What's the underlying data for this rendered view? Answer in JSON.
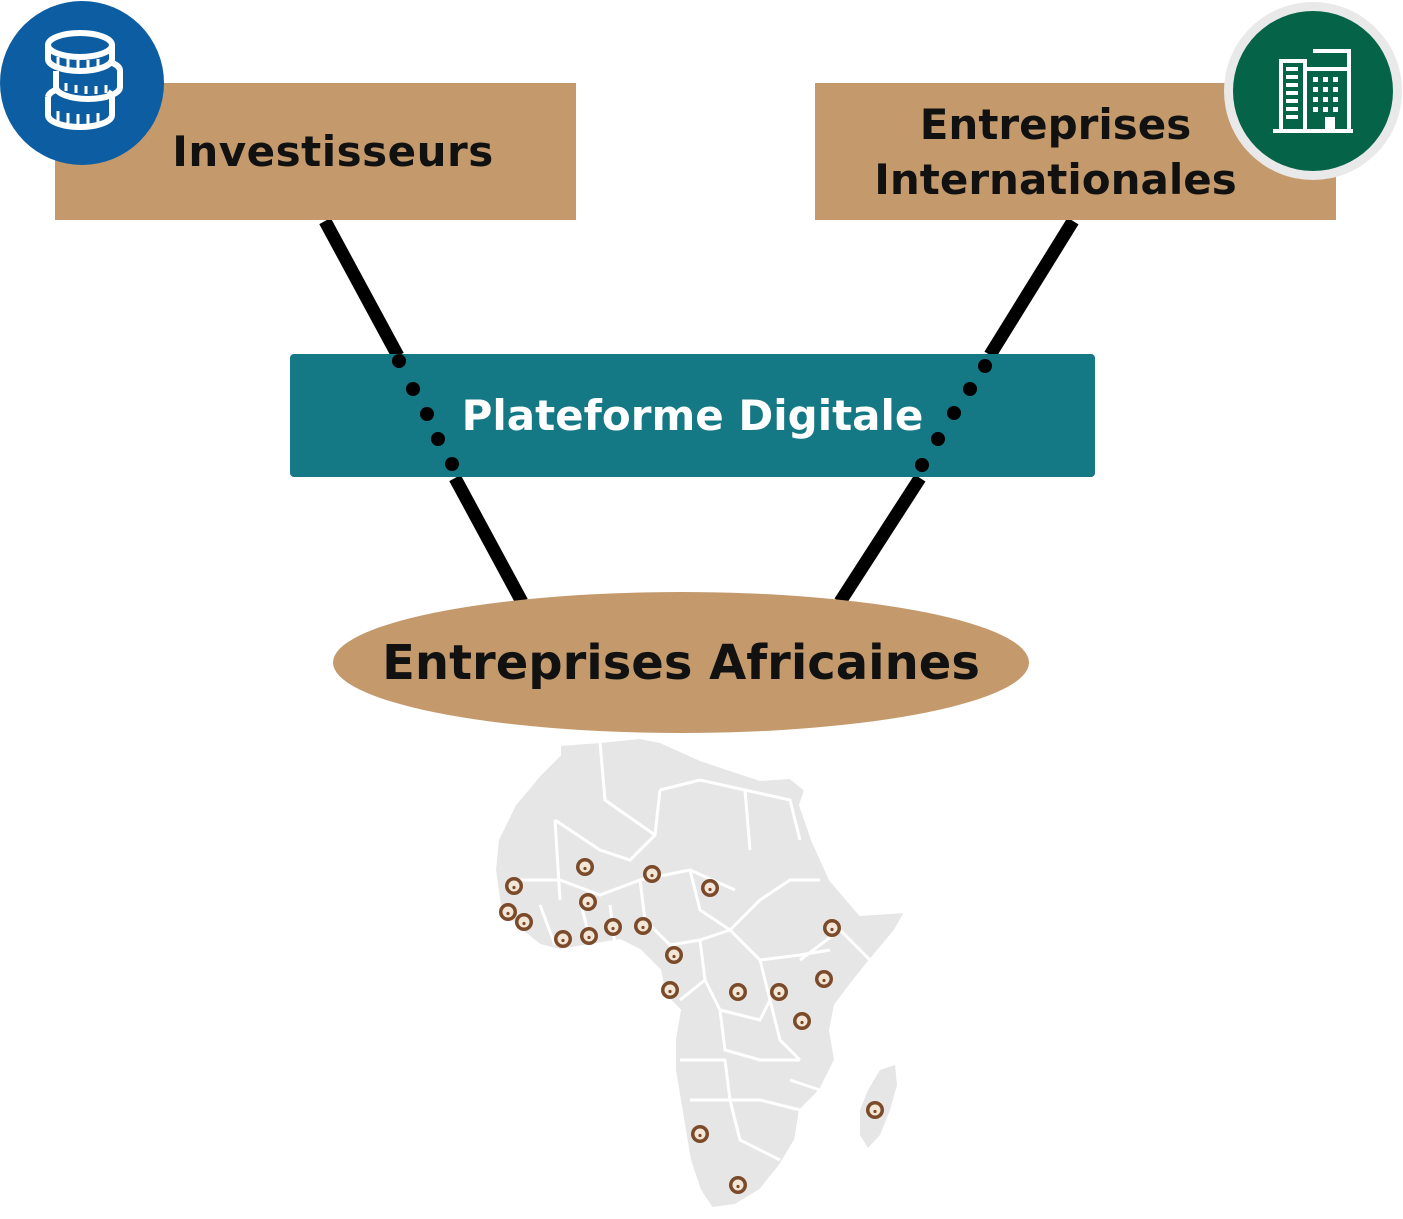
{
  "diagram": {
    "investors_label": "Investisseurs",
    "intl_companies_label_line1": "Entreprises",
    "intl_companies_label_line2": "Internationales",
    "platform_label": "Plateforme Digitale",
    "african_companies_label": "Entreprises Africaines"
  },
  "icons": {
    "investors": "coins-icon",
    "intl_companies": "office-building-icon",
    "map_markers": "lion-head-icon"
  },
  "colors": {
    "box_fill": "#c49a6c",
    "platform_fill": "#157885",
    "coins_circle": "#0d5da3",
    "building_circle": "#056448",
    "map_fill": "#e6e6e6",
    "marker": "#7a4a2a"
  }
}
